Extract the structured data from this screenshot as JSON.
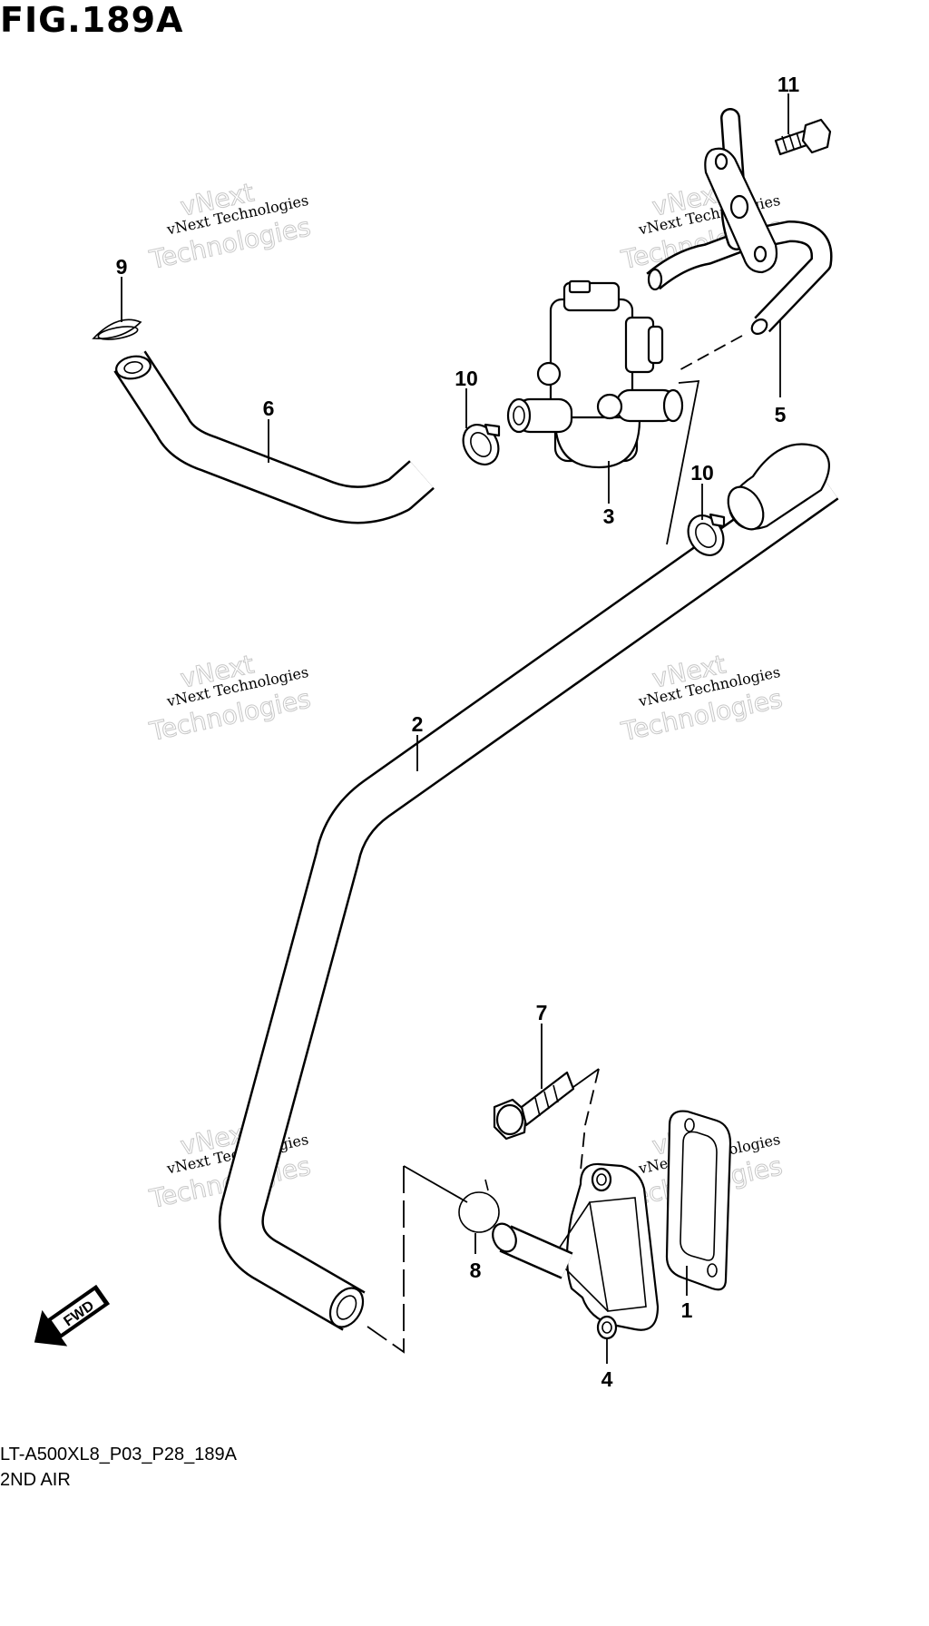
{
  "figure": {
    "title": "FIG.189A",
    "code": "LT-A500XL8_P03_P28_189A",
    "caption": "2ND AIR"
  },
  "callouts": [
    "11",
    "9",
    "10",
    "6",
    "3",
    "5",
    "10",
    "2",
    "7",
    "8",
    "1",
    "4"
  ],
  "watermark": {
    "line1": "vNext Technologies",
    "line2": "vNext",
    "line3": "Technologies"
  },
  "fwd_label": "FWD",
  "colors": {
    "ink": "#000000",
    "watermark": "#c8c8c8",
    "background": "#ffffff"
  }
}
